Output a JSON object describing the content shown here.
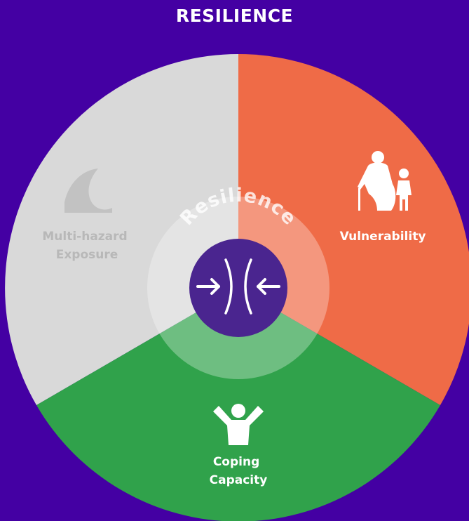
{
  "title": "RESILIENCE",
  "center_label": "Resilience",
  "segments": [
    {
      "key": "exposure",
      "lines": [
        "Multi-hazard",
        "Exposure"
      ],
      "color": "#d9d9d9",
      "text_color": "#b8b8b8",
      "icon": "wave-icon"
    },
    {
      "key": "vulnerability",
      "lines": [
        "Vulnerability"
      ],
      "color": "#ef6b47",
      "text_color": "#ffffff",
      "icon": "elder-and-child-icon"
    },
    {
      "key": "coping",
      "lines": [
        "Coping",
        "Capacity"
      ],
      "color": "#30a24b",
      "text_color": "#ffffff",
      "icon": "person-relaxed-icon"
    }
  ],
  "colors": {
    "background": "#4400a3",
    "hub": "#4a258f",
    "ring": "#ffffff"
  },
  "hub_icon": "converging-arrows-icon"
}
